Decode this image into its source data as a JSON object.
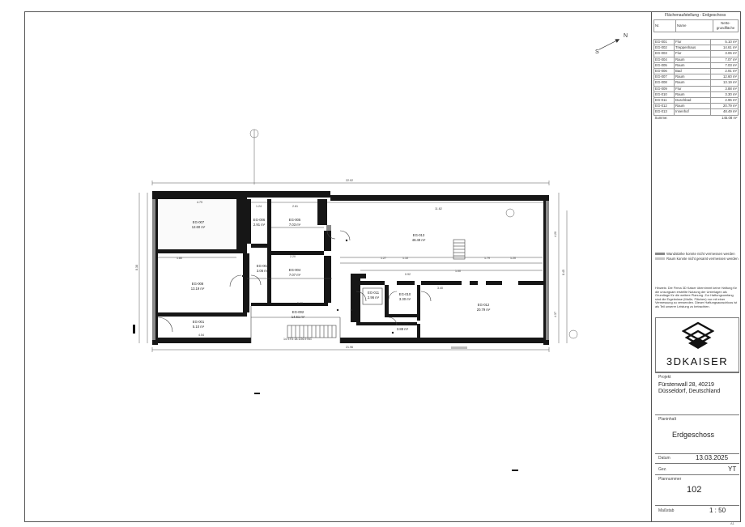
{
  "area_table": {
    "title": "Flächenaufstellung - Erdgeschoss",
    "columns": [
      "Nr.",
      "Name",
      "Netto-grundfläche"
    ],
    "rows": [
      {
        "nr": "EG-001",
        "name": "Flur",
        "area": "5.10 m²"
      },
      {
        "nr": "EG-002",
        "name": "Treppenhaus",
        "area": "14.61 m²"
      },
      {
        "nr": "EG-003",
        "name": "Flur",
        "area": "3.06 m²"
      },
      {
        "nr": "EG-004",
        "name": "Raum",
        "area": "7.07 m²"
      },
      {
        "nr": "EG-005",
        "name": "Raum",
        "area": "7.03 m²"
      },
      {
        "nr": "EG-006",
        "name": "Bad",
        "area": "2.91 m²"
      },
      {
        "nr": "EG-007",
        "name": "Raum",
        "area": "12.60 m²"
      },
      {
        "nr": "EG-008",
        "name": "Raum",
        "area": "13.19 m²"
      },
      {
        "nr": "EG-009",
        "name": "Flur",
        "area": "3.88 m²"
      },
      {
        "nr": "EG-010",
        "name": "Raum",
        "area": "3.30 m²"
      },
      {
        "nr": "EG-011",
        "name": "Duschbad",
        "area": "2.96 m²"
      },
      {
        "nr": "EG-012",
        "name": "Raum",
        "area": "20.79 m²"
      },
      {
        "nr": "EG-013",
        "name": "Innenhof",
        "area": "48.49 m²"
      }
    ],
    "sum_label": "Summe:",
    "sum_value": "145.08 m²"
  },
  "legend": {
    "items": [
      {
        "label": "Wandstärke konnte nicht vermessen werden",
        "color": "#8a8a8a"
      },
      {
        "label": "Raum konnte nicht gesamt vermessen werden",
        "color": "#c4c4c4"
      }
    ]
  },
  "disclaimer": "Hinweis: Die Firma 3D Kaiser übernimmt keine Haftung für die unsorgsam erstellte Nutzung der Unterlagen als Grundlage für die weitere Planung. Zur Haftungsumfang sind die Ergebnisse (Maße, Flächen) nur mit einer Vermessung zu verwenden. Dieser Haftungsausschluss ist als Teil unserer Leistung zu betrachten.",
  "logo": {
    "text": "3DKAISER",
    "color": "#111111"
  },
  "project": {
    "label": "Projekt",
    "line1": "Fürstenwall 28, 40219",
    "line2": "Düsseldorf, Deutschland"
  },
  "plan_content": {
    "label": "Planinhalt",
    "value": "Erdgeschoss"
  },
  "date": {
    "label": "Datum",
    "value": "13.03.2025"
  },
  "drawn_by": {
    "label": "Gez.",
    "value": "YT"
  },
  "plan_number": {
    "label": "Plannummer",
    "value": "102"
  },
  "scale": {
    "label": "Maßstab",
    "value": "1 : 50"
  },
  "sheet_size": "A1",
  "north_arrow": {
    "n": "N",
    "s": "S"
  },
  "rooms": [
    {
      "id": "EG-007",
      "area": "12.60 m²"
    },
    {
      "id": "EG-006",
      "area": "2.91 m²"
    },
    {
      "id": "EG-005",
      "area": "7.03 m²"
    },
    {
      "id": "EG-013",
      "area": "48.49 m²"
    },
    {
      "id": "EG-008",
      "area": "13.19 m²"
    },
    {
      "id": "EG-003",
      "area": "3.06 m²"
    },
    {
      "id": "EG-004",
      "area": "7.07 m²"
    },
    {
      "id": "EG-011",
      "area": "2.96 m²"
    },
    {
      "id": "EG-010",
      "area": "3.30 m²"
    },
    {
      "id": "EG-012",
      "area": "20.79 m²"
    },
    {
      "id": "EG-001",
      "area": "5.10 m²"
    },
    {
      "id": "EG-002",
      "area": "14.61 m²"
    },
    {
      "id": "EG-009",
      "area": "3.88 m²"
    }
  ],
  "dims": {
    "overall_top": "22.02",
    "overall_bottom": "21.96",
    "left_total": "8.38",
    "right_total": "8.45",
    "courtyard_top": "11.62",
    "eg007_top": "4.79",
    "eg006_top": "1.24",
    "eg005_top": "2.61",
    "eg001_bottom": "4.54",
    "corridor": "5.00",
    "eg012_height": "4.37",
    "eg013_height": "4.20",
    "stair_label": "14 STG 18.1/26.9 NG",
    "d1": "1.80",
    "d2": "1.79",
    "d3": "1.20",
    "d4": "1.27",
    "d5": "1.10",
    "d6": "1.00",
    "d7": "0.92",
    "d8": "2.20",
    "d9": "3.40"
  }
}
